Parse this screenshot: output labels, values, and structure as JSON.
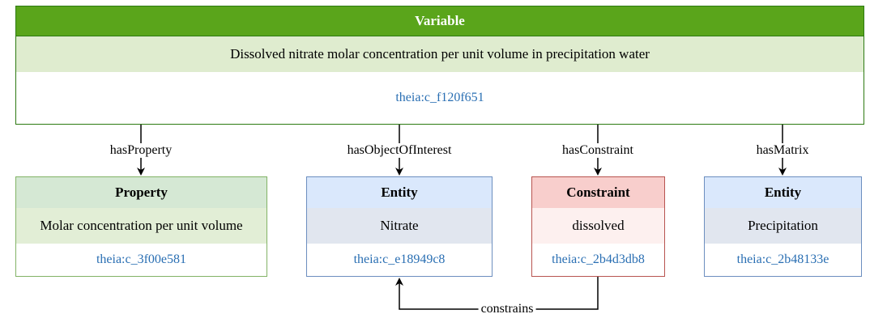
{
  "variable": {
    "title": "Variable",
    "description": "Dissolved nitrate molar concentration per unit volume in precipitation water",
    "id": "theia:c_f120f651"
  },
  "property": {
    "title": "Property",
    "label": "Molar concentration per unit volume",
    "id": "theia:c_3f00e581"
  },
  "entity_object": {
    "title": "Entity",
    "label": "Nitrate",
    "id": "theia:c_e18949c8"
  },
  "constraint": {
    "title": "Constraint",
    "label": "dissolved",
    "id": "theia:c_2b4d3db8"
  },
  "entity_matrix": {
    "title": "Entity",
    "label": "Precipitation",
    "id": "theia:c_2b48133e"
  },
  "edges": {
    "has_property": "hasProperty",
    "has_object_of_interest": "hasObjectOfInterest",
    "has_constraint": "hasConstraint",
    "has_matrix": "hasMatrix",
    "constrains": "constrains"
  },
  "colors": {
    "variable_header": "#5aa51b",
    "id_text": "#2a6fb3",
    "property_border": "#82b366",
    "entity_border": "#6c8ebf",
    "constraint_border": "#b85450"
  }
}
